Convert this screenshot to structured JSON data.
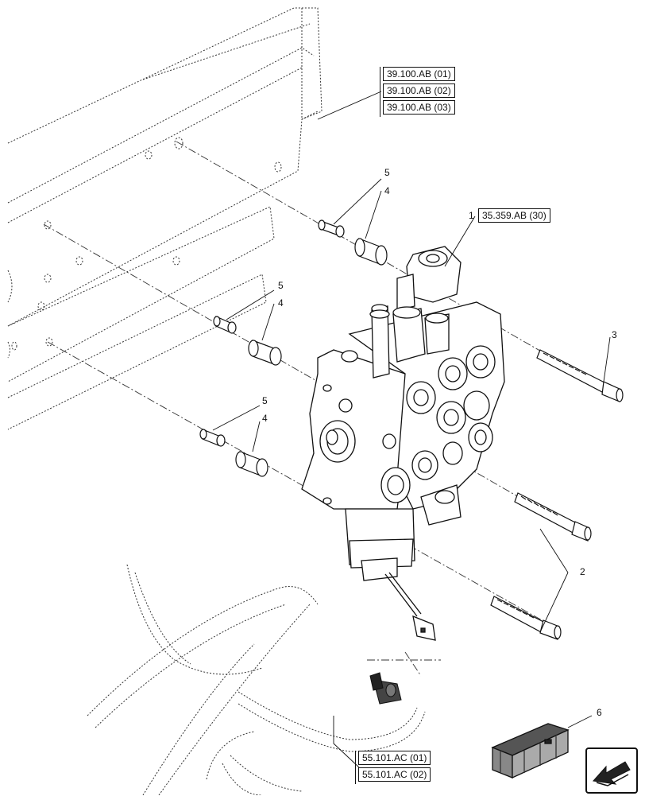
{
  "references": {
    "frame": [
      "39.100.AB (01)",
      "39.100.AB (02)",
      "39.100.AB (03)"
    ],
    "valve": "35.359.AB (30)",
    "harness": [
      "55.101.AC (01)",
      "55.101.AC (02)"
    ]
  },
  "callouts": {
    "valve_item": "1",
    "bolt_long": "2",
    "bolt_short": "3",
    "spacer": "4",
    "bushing": "5",
    "kit": "6"
  },
  "colors": {
    "line": "#111111",
    "fill": "#ffffff",
    "shade": "#555555"
  },
  "icons": {
    "navigation": "back-arrow-icon",
    "kit_box": "kit-box-icon"
  }
}
